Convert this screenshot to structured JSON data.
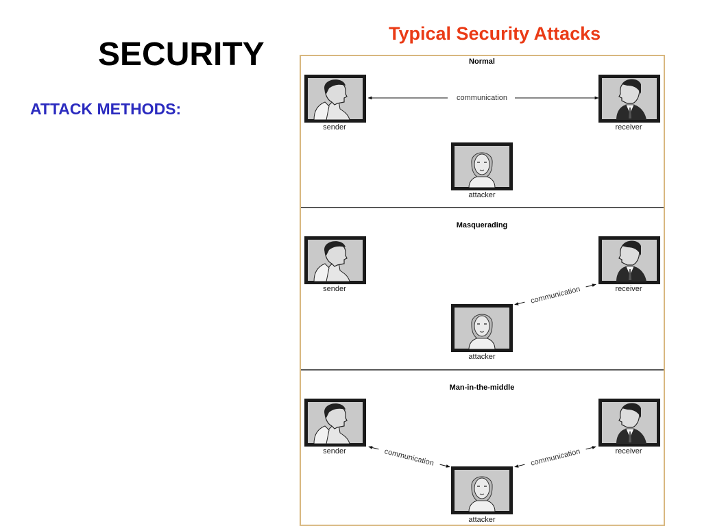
{
  "slide": {
    "title": "SECURITY",
    "subtitle": "ATTACK METHODS:"
  },
  "figure": {
    "title": "Typical Security Attacks",
    "panels": {
      "normal": {
        "heading": "Normal",
        "sender": "sender",
        "receiver": "receiver",
        "attacker": "attacker",
        "link": "communication"
      },
      "masquerading": {
        "heading": "Masquerading",
        "sender": "sender",
        "receiver": "receiver",
        "attacker": "attacker",
        "link": "communication"
      },
      "mitm": {
        "heading": "Man-in-the-middle",
        "sender": "sender",
        "receiver": "receiver",
        "attacker": "attacker",
        "link_left": "communication",
        "link_right": "communication"
      }
    }
  },
  "colors": {
    "title": "#000000",
    "subtitle": "#2b2bbf",
    "figure_title": "#ea3b16",
    "figure_border": "#d8b77f"
  },
  "icons": [
    "sender-man-icon",
    "receiver-man-icon",
    "attacker-woman-icon"
  ]
}
